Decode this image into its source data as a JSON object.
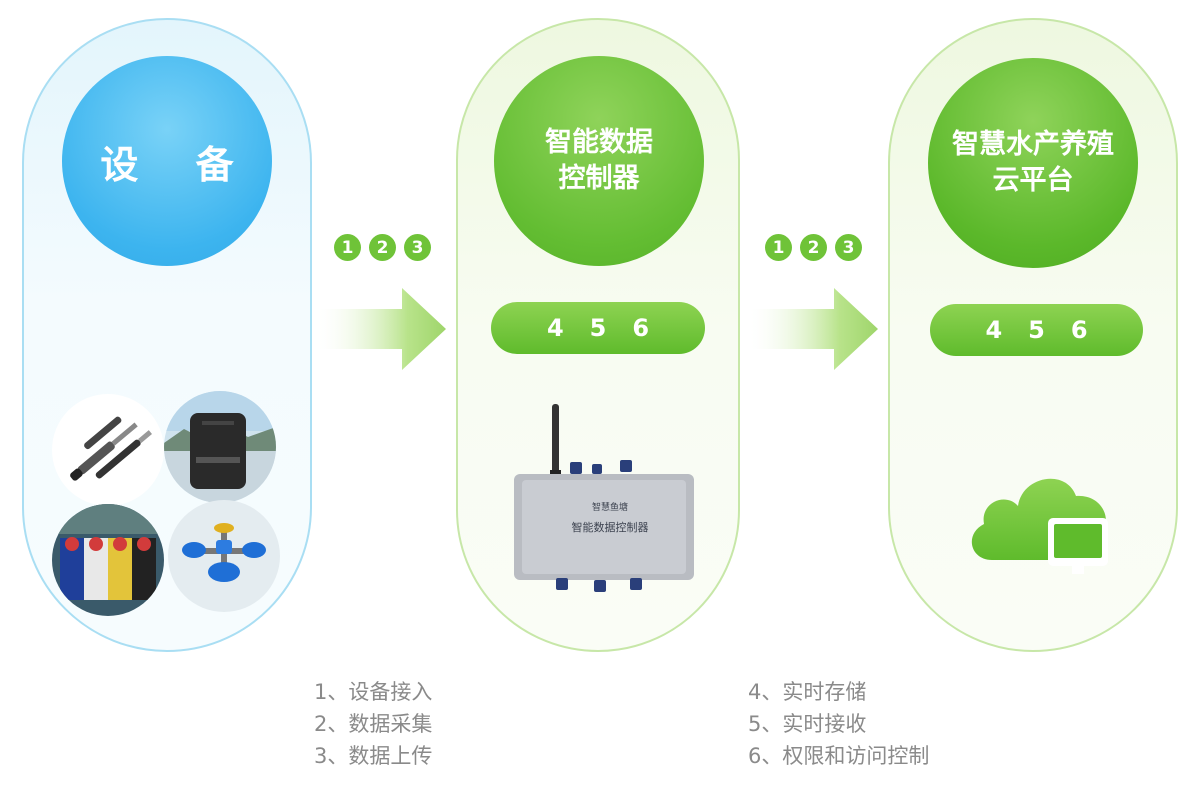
{
  "stages": {
    "device": {
      "title": "设 备"
    },
    "controller": {
      "title": "智能数据\n控制器"
    },
    "cloud": {
      "title": "智慧水产养殖\n云平台"
    }
  },
  "badges_left": [
    "1",
    "2",
    "3"
  ],
  "badges_right": [
    "1",
    "2",
    "3"
  ],
  "bar_controller": [
    "4",
    "5",
    "6"
  ],
  "bar_cloud": [
    "4",
    "5",
    "6"
  ],
  "device_label": {
    "line1": "智慧鱼塘",
    "line2": "智能数据控制器"
  },
  "legend_left": [
    "1、设备接入",
    "2、数据采集",
    "3、数据上传"
  ],
  "legend_right": [
    "4、实时存储",
    "5、实时接收",
    "6、权限和访问控制"
  ],
  "colors": {
    "device_blue": "#3cb4ef",
    "stage_green": "#5fbb2c",
    "legend_gray": "#8a8a8a"
  },
  "icons": [
    "water-sensor-probes",
    "feeder-machine",
    "water-quality-buoys",
    "aerator",
    "cloud-monitor-icon"
  ]
}
